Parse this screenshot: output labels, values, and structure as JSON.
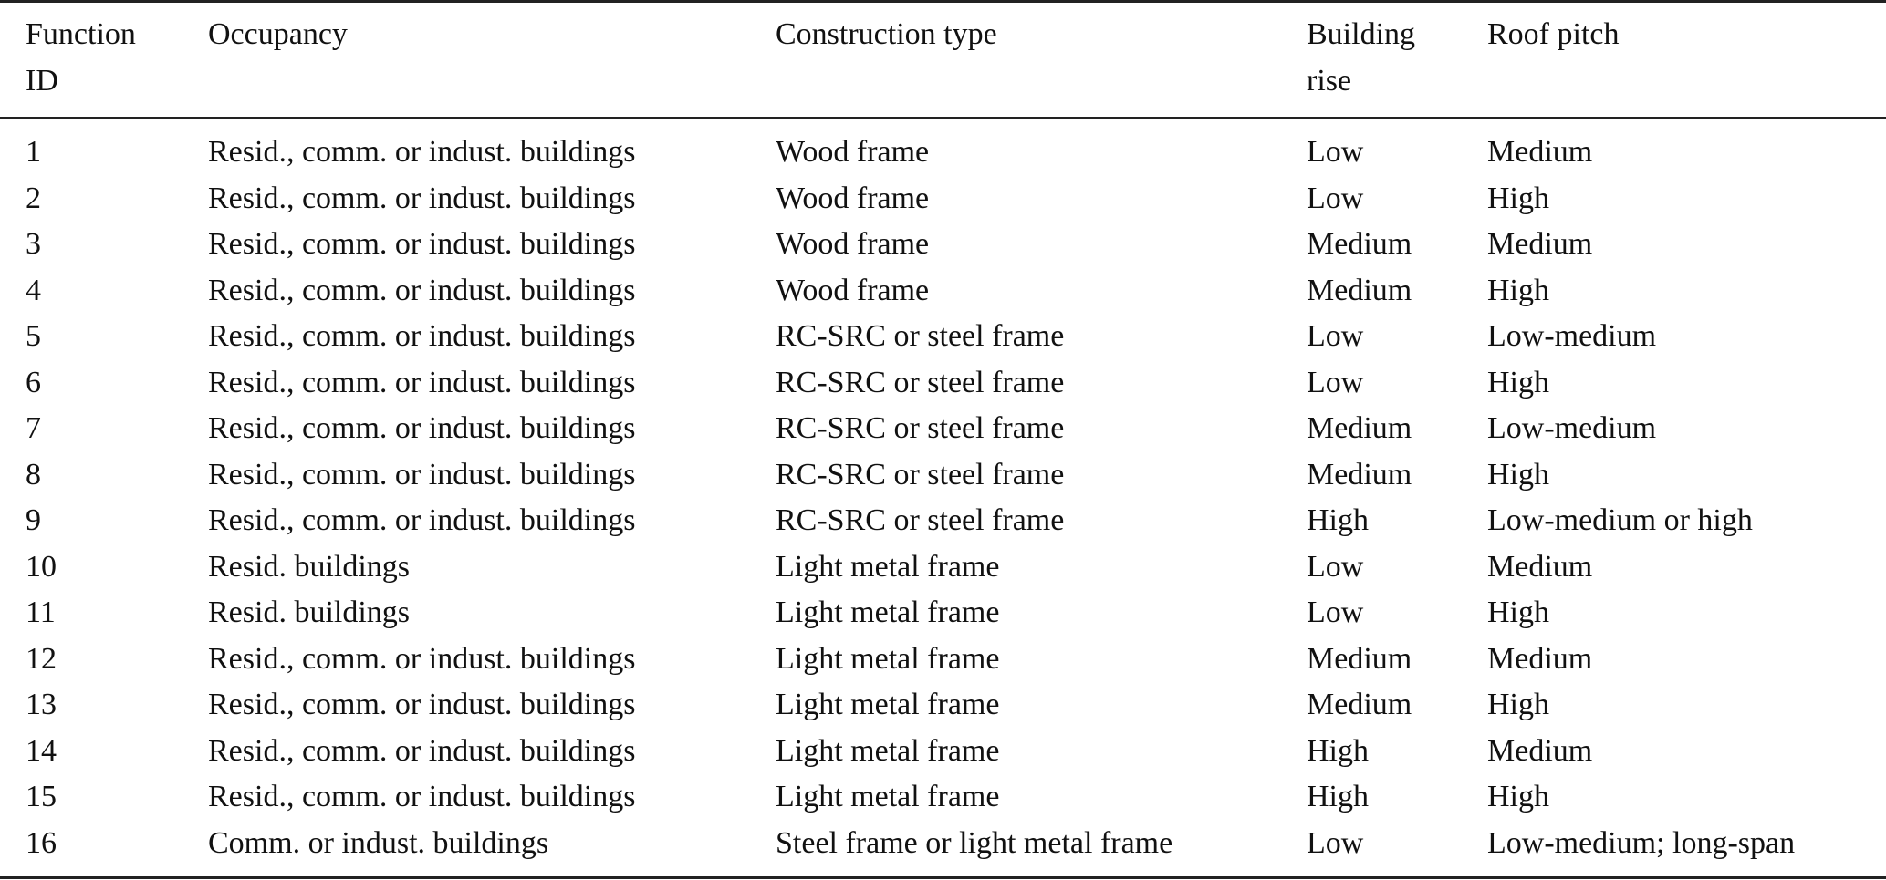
{
  "table": {
    "headers": [
      "Function\nID",
      "Occupancy",
      "Construction type",
      "Building\nrise",
      "Roof pitch"
    ],
    "header_lines": [
      [
        "Function",
        "ID"
      ],
      [
        "Occupancy"
      ],
      [
        "Construction type"
      ],
      [
        "Building",
        "rise"
      ],
      [
        "Roof pitch"
      ]
    ],
    "rows": [
      [
        "1",
        "Resid., comm. or indust. buildings",
        "Wood frame",
        "Low",
        "Medium"
      ],
      [
        "2",
        "Resid., comm. or indust. buildings",
        "Wood frame",
        "Low",
        "High"
      ],
      [
        "3",
        "Resid., comm. or indust. buildings",
        "Wood frame",
        "Medium",
        "Medium"
      ],
      [
        "4",
        "Resid., comm. or indust. buildings",
        "Wood frame",
        "Medium",
        "High"
      ],
      [
        "5",
        "Resid., comm. or indust. buildings",
        "RC-SRC or steel frame",
        "Low",
        "Low-medium"
      ],
      [
        "6",
        "Resid., comm. or indust. buildings",
        "RC-SRC or steel frame",
        "Low",
        "High"
      ],
      [
        "7",
        "Resid., comm. or indust. buildings",
        "RC-SRC or steel frame",
        "Medium",
        "Low-medium"
      ],
      [
        "8",
        "Resid., comm. or indust. buildings",
        "RC-SRC or steel frame",
        "Medium",
        "High"
      ],
      [
        "9",
        "Resid., comm. or indust. buildings",
        "RC-SRC or steel frame",
        "High",
        "Low-medium or high"
      ],
      [
        "10",
        "Resid. buildings",
        "Light metal frame",
        "Low",
        "Medium"
      ],
      [
        "11",
        "Resid. buildings",
        "Light metal frame",
        "Low",
        "High"
      ],
      [
        "12",
        "Resid., comm. or indust. buildings",
        "Light metal frame",
        "Medium",
        "Medium"
      ],
      [
        "13",
        "Resid., comm. or indust. buildings",
        "Light metal frame",
        "Medium",
        "High"
      ],
      [
        "14",
        "Resid., comm. or indust. buildings",
        "Light metal frame",
        "High",
        "Medium"
      ],
      [
        "15",
        "Resid., comm. or indust. buildings",
        "Light metal frame",
        "High",
        "High"
      ],
      [
        "16",
        "Comm. or indust. buildings",
        "Steel frame or light metal frame",
        "Low",
        "Low-medium; long-span"
      ]
    ]
  }
}
